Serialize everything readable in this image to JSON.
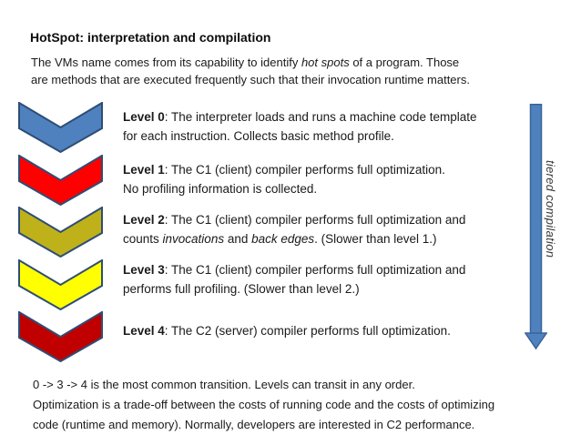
{
  "slide": {
    "title": "HotSpot: interpretation and compilation",
    "intro": {
      "segments": [
        {
          "t": "The VMs name comes from its capability to identify "
        },
        {
          "t": "hot spots",
          "i": true
        },
        {
          "t": " of a program. Those"
        },
        {
          "br": true
        },
        {
          "t": "are methods that are executed frequently such that their invocation runtime matters."
        }
      ]
    },
    "chevrons": [
      {
        "name": "level-0",
        "color": "#4E81BD",
        "border": "#2E4D76"
      },
      {
        "name": "level-1",
        "color": "#FF0000",
        "border": "#2E4D76"
      },
      {
        "name": "level-2",
        "color": "#BFB119",
        "border": "#2E4D76"
      },
      {
        "name": "level-3",
        "color": "#FFFF00",
        "border": "#2E4D76"
      },
      {
        "name": "level-4",
        "color": "#C00000",
        "border": "#2E4D76"
      }
    ],
    "levels": [
      {
        "segments": [
          {
            "t": "Level 0",
            "b": true
          },
          {
            "t": ": The interpreter loads and runs a machine code template"
          },
          {
            "br": true
          },
          {
            "t": "for each instruction. Collects basic method profile."
          }
        ]
      },
      {
        "segments": [
          {
            "t": "Level 1",
            "b": true
          },
          {
            "t": ": The C1 (client) compiler performs full optimization."
          },
          {
            "br": true
          },
          {
            "t": "No profiling information is collected."
          }
        ]
      },
      {
        "segments": [
          {
            "t": "Level 2",
            "b": true
          },
          {
            "t": ": The C1 (client) compiler performs full optimization and"
          },
          {
            "br": true
          },
          {
            "t": "counts "
          },
          {
            "t": "invocations",
            "i": true
          },
          {
            "t": " and "
          },
          {
            "t": "back edges",
            "i": true
          },
          {
            "t": ". (Slower than level 1.)"
          }
        ]
      },
      {
        "segments": [
          {
            "t": "Level 3",
            "b": true
          },
          {
            "t": ": The C1 (client) compiler performs full optimization and"
          },
          {
            "br": true
          },
          {
            "t": "performs full profiling. (Slower than level 2.)"
          }
        ]
      },
      {
        "segments": [
          {
            "t": "Level 4",
            "b": true
          },
          {
            "t": ": The C2 (server) compiler performs full optimization."
          }
        ]
      }
    ],
    "arrow": {
      "label": "tiered compilation",
      "fill": "#4E81BD",
      "border": "#3A6498"
    },
    "footer": {
      "segments": [
        {
          "t": "0 -> 3 -> 4 is the most common transition. Levels can transit in any order."
        },
        {
          "br": true
        },
        {
          "t": "Optimization is a trade-off between the costs of running code and the costs of optimizing"
        },
        {
          "br": true
        },
        {
          "t": "code (runtime and memory). Normally, developers are interested in C2 performance."
        }
      ]
    }
  }
}
